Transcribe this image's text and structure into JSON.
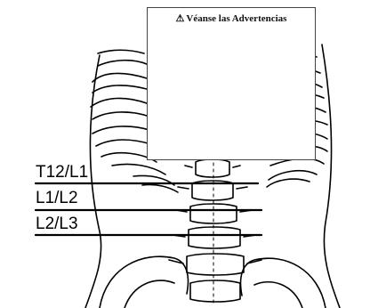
{
  "warning_box": {
    "icon": "warning-triangle-icon",
    "text": "Véanse las Advertencias"
  },
  "levels": [
    {
      "label": "T12/L1"
    },
    {
      "label": "L1/L2"
    },
    {
      "label": "L2/L3"
    }
  ],
  "colors": {
    "line": "#000000",
    "background": "#ffffff"
  }
}
